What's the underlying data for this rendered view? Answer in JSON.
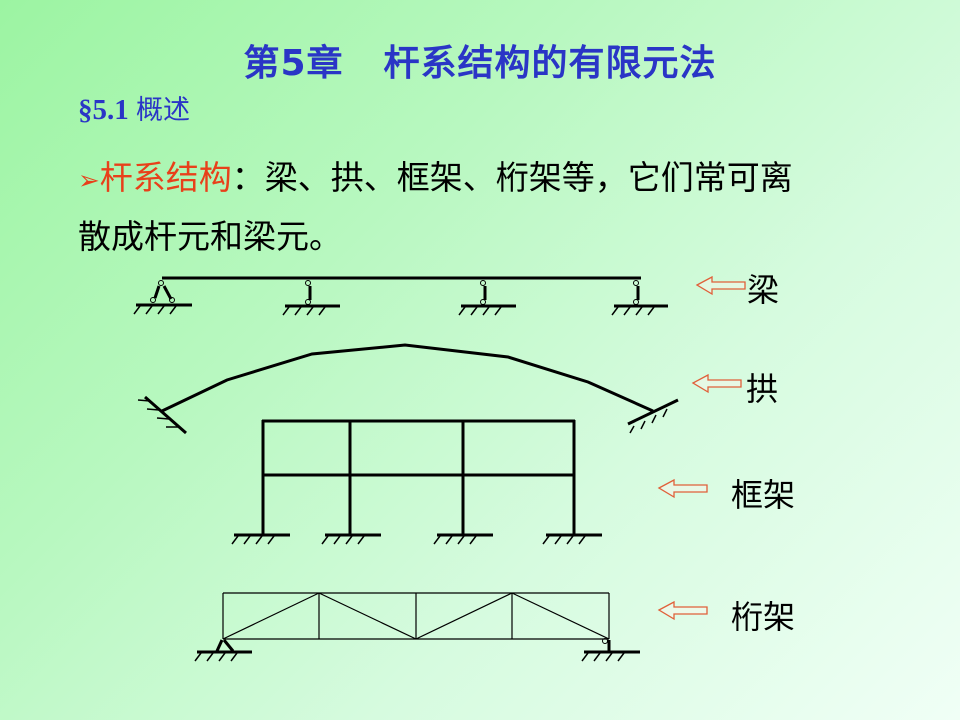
{
  "slide": {
    "title_chapter": "第5章",
    "title_text": "杆系结构的有限元法",
    "section_number": "§5.1",
    "section_title": "概述",
    "bullet_symbol": "➢",
    "term": "杆系结构",
    "definition_line1": "：梁、拱、框架、桁架等，它们常可离",
    "definition_line2": "散成杆元和梁元。"
  },
  "diagrams": [
    {
      "id": "beam",
      "label": "梁",
      "arrow_icon": "hollow-left-arrow"
    },
    {
      "id": "arch",
      "label": "拱",
      "arrow_icon": "hollow-left-arrow"
    },
    {
      "id": "frame",
      "label": "框架",
      "arrow_icon": "hollow-left-arrow"
    },
    {
      "id": "truss",
      "label": "桁架",
      "arrow_icon": "hollow-left-arrow"
    }
  ],
  "colors": {
    "title": "#2a35c6",
    "highlight": "#e8401a",
    "arrow_stroke": "#e0603a",
    "line": "#000000"
  }
}
